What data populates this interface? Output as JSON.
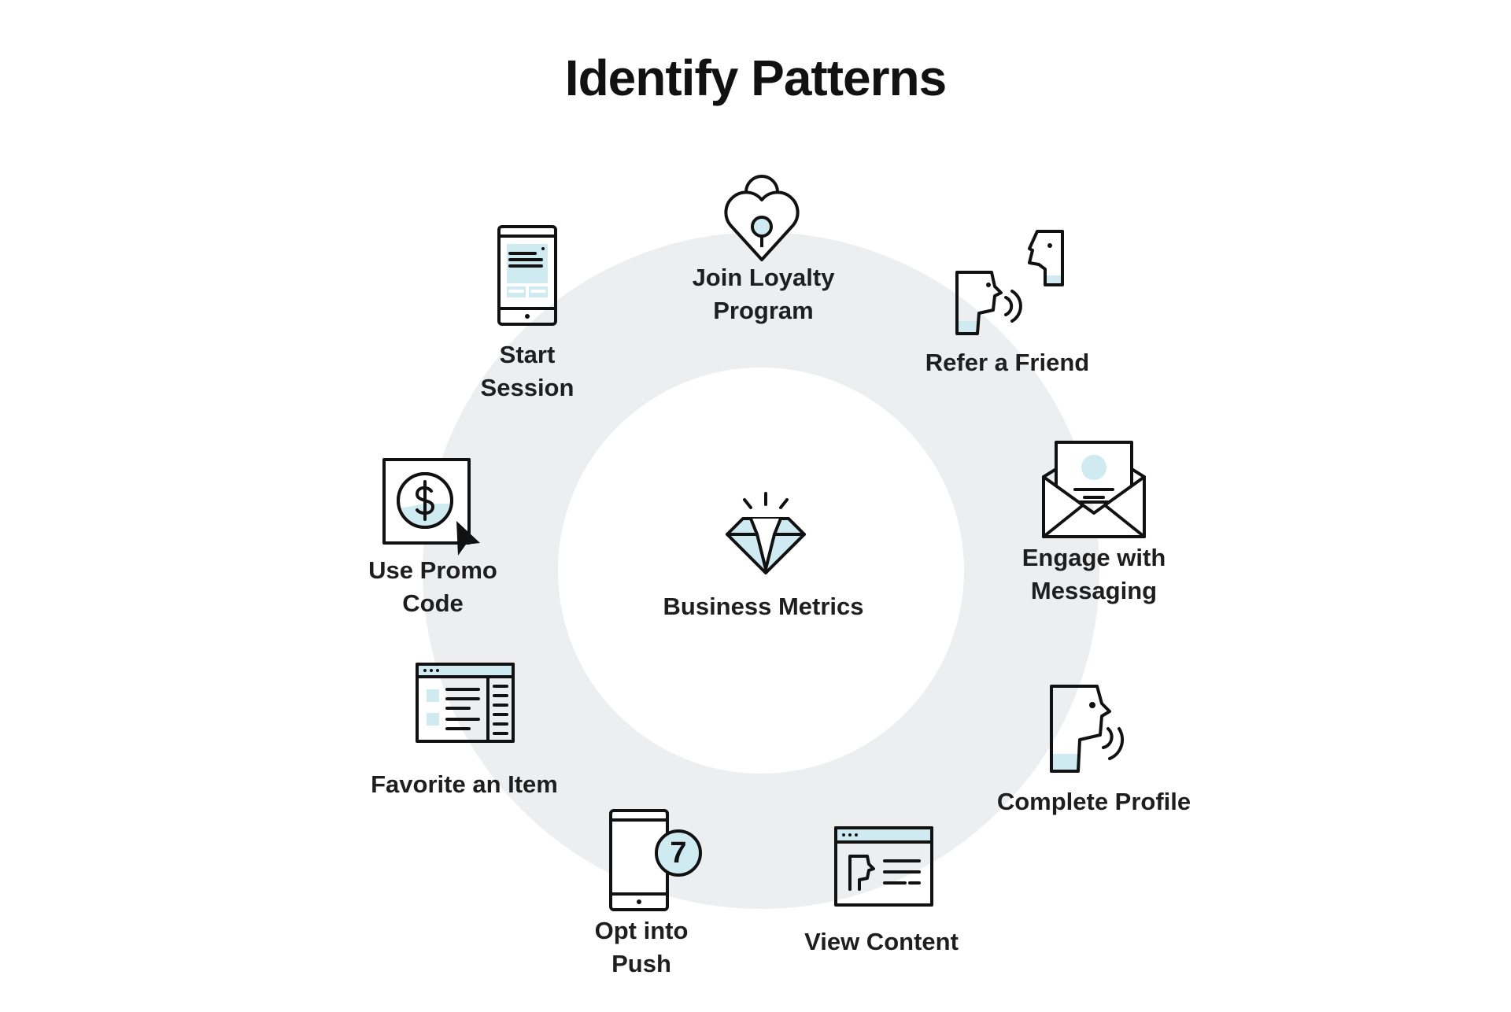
{
  "title": "Identify Patterns",
  "center": {
    "label": "Business Metrics",
    "icon": "diamond-icon"
  },
  "colors": {
    "ring": "#edeeef",
    "accent": "#cfeaf0",
    "stroke": "#111111",
    "text": "#1e1e1e"
  },
  "nodes": {
    "join_loyalty": {
      "line1": "Join Loyalty",
      "line2": "Program",
      "icon": "heart-lock-icon"
    },
    "refer_friend": {
      "line1": "Refer a Friend",
      "icon": "two-faces-talking-icon"
    },
    "engage_messaging": {
      "line1": "Engage with",
      "line2": "Messaging",
      "icon": "envelope-letter-icon"
    },
    "complete_profile": {
      "line1": "Complete Profile",
      "icon": "face-profile-icon"
    },
    "view_content": {
      "line1": "View Content",
      "icon": "browser-content-icon"
    },
    "opt_push": {
      "line1": "Opt into",
      "line2": "Push",
      "badge": "7",
      "icon": "phone-notification-icon"
    },
    "favorite_item": {
      "line1": "Favorite an Item",
      "icon": "browser-list-icon"
    },
    "use_promo": {
      "line1": "Use Promo",
      "line2": "Code",
      "icon": "dollar-coin-cursor-icon"
    },
    "start_session": {
      "line1": "Start",
      "line2": "Session",
      "icon": "mobile-phone-icon"
    }
  }
}
